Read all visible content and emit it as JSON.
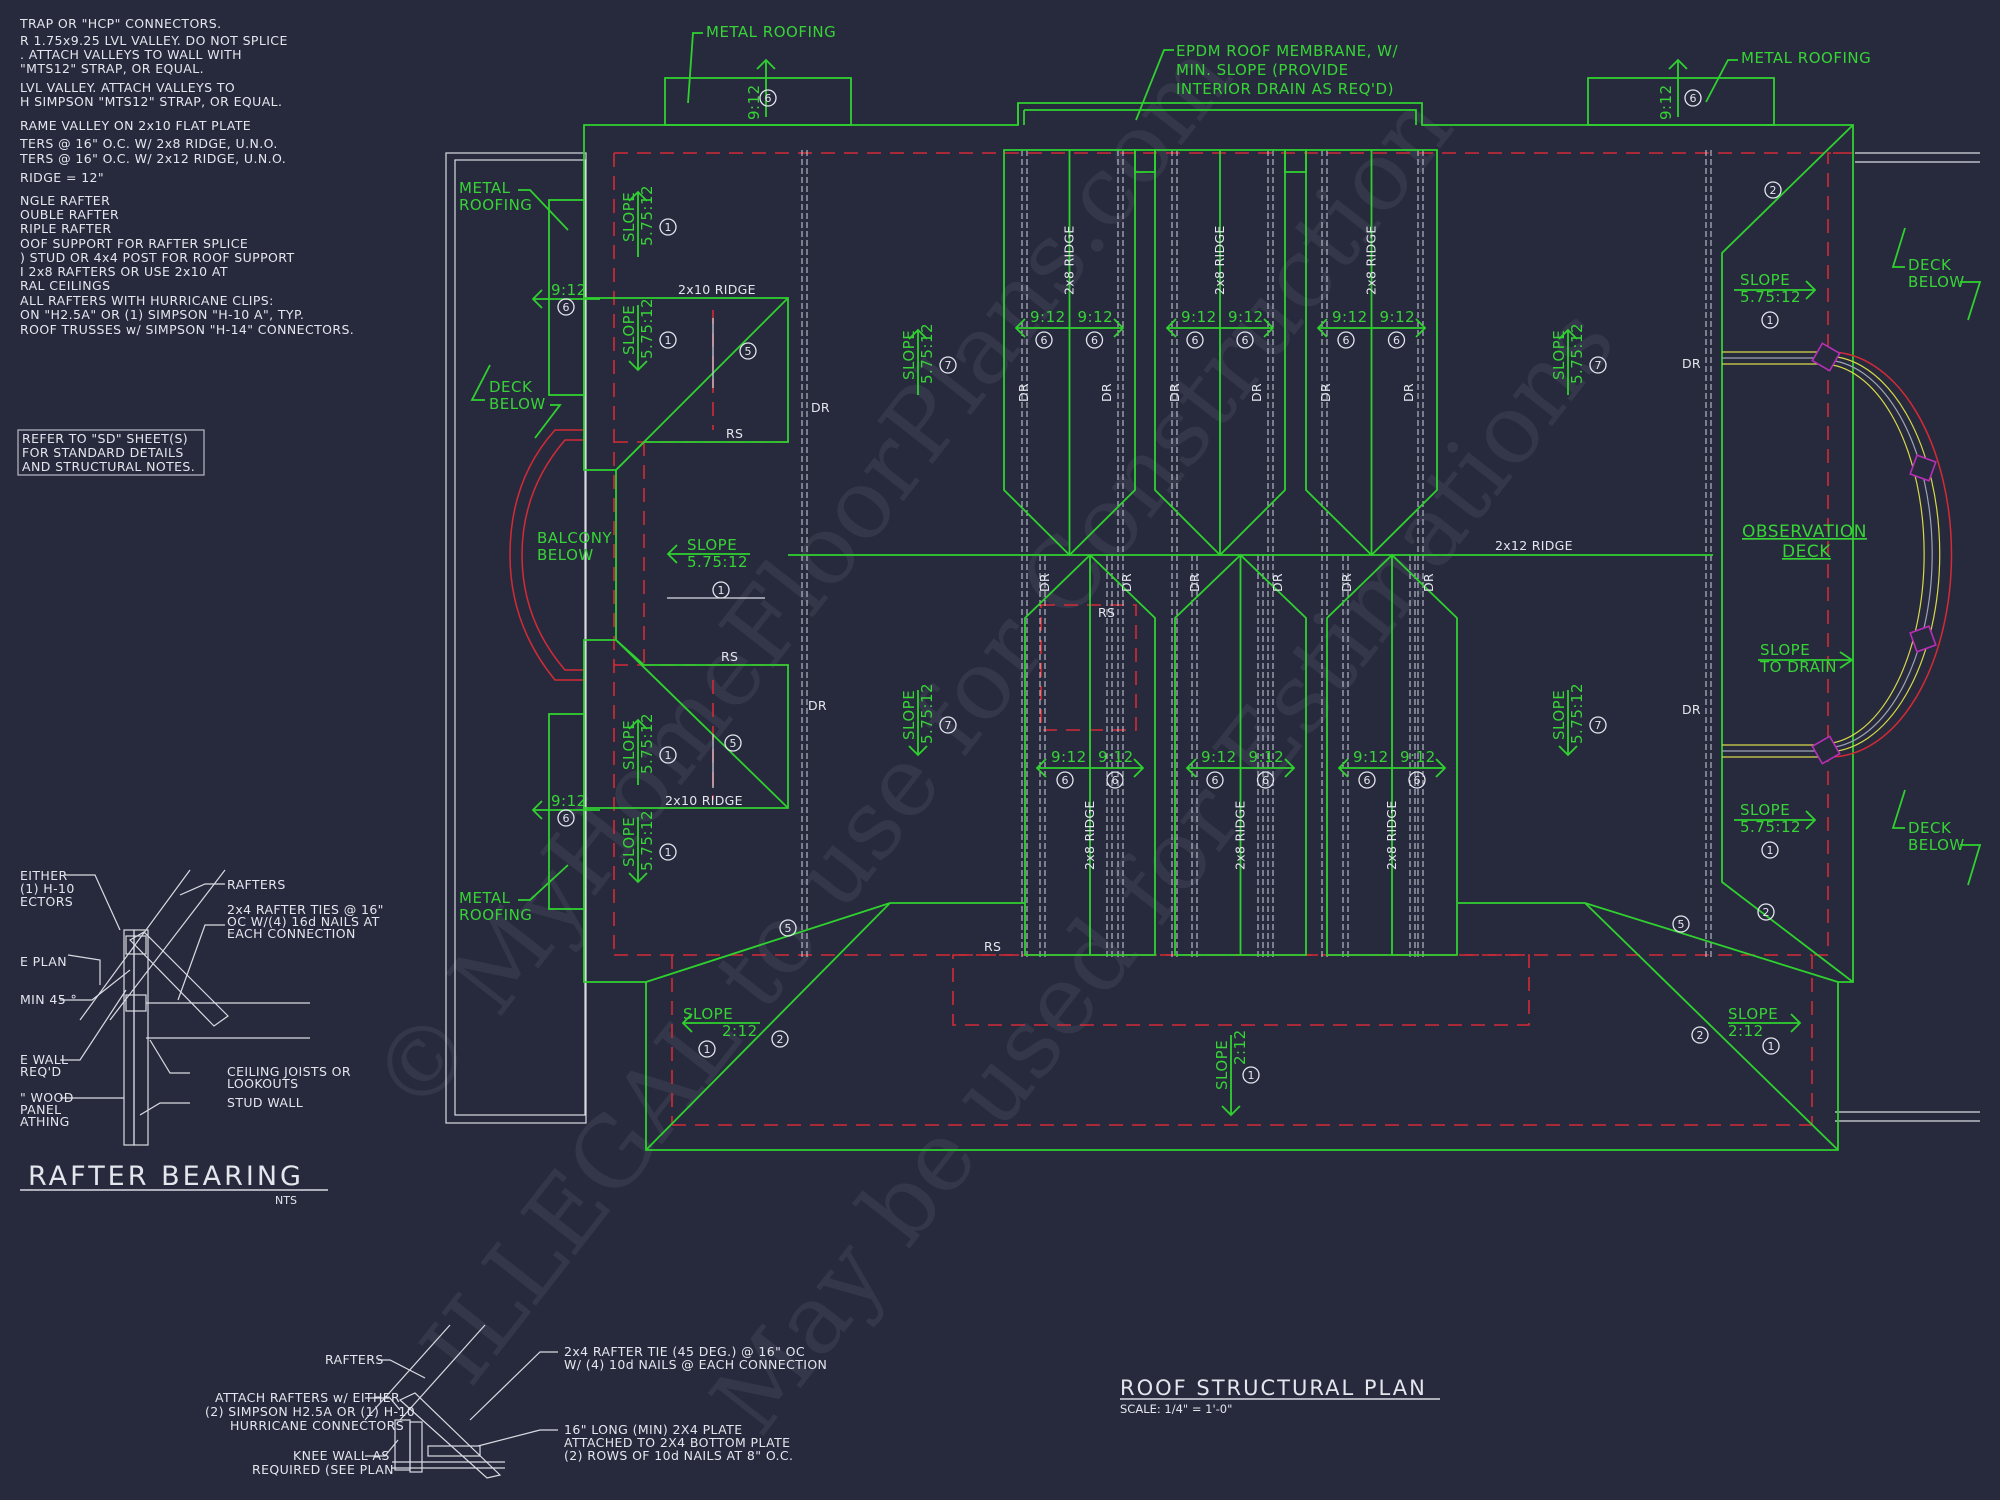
{
  "general_notes": [
    "TRAP OR \"HCP\" CONNECTORS.",
    "R 1.75x9.25 LVL VALLEY.  DO NOT SPLICE",
    ".  ATTACH VALLEYS TO WALL WITH",
    " \"MTS12\" STRAP, OR EQUAL.",
    " LVL VALLEY.  ATTACH VALLEYS TO",
    "H SIMPSON \"MTS12\" STRAP, OR EQUAL.",
    "RAME VALLEY ON 2x10 FLAT PLATE",
    "TERS @ 16\" O.C. W/ 2x8 RIDGE, U.N.O.",
    "TERS @ 16\" O.C. W/ 2x12 RIDGE, U.N.O.",
    "RIDGE = 12\"",
    "NGLE RAFTER",
    "OUBLE RAFTER",
    "RIPLE RAFTER",
    "OOF SUPPORT FOR RAFTER SPLICE",
    ") STUD OR 4x4 POST FOR ROOF SUPPORT",
    "I 2x8 RAFTERS OR USE 2x10 AT",
    "RAL CEILINGS",
    "ALL RAFTERS WITH HURRICANE CLIPS:",
    "ON \"H2.5A\" OR (1) SIMPSON \"H-10 A\", TYP.",
    "ROOF TRUSSES w/ SIMPSON \"H-14\" CONNECTORS."
  ],
  "refer_box": [
    "REFER TO \"SD\" SHEET(S)",
    "FOR STANDARD DETAILS",
    "AND STRUCTURAL NOTES."
  ],
  "rafter_bearing": {
    "title": "RAFTER BEARING",
    "scale": "NTS",
    "labels": {
      "either": [
        "EITHER",
        "(1) H-10",
        "ECTORS"
      ],
      "rafters": "RAFTERS",
      "ties": [
        "2x4 RAFTER TIES @ 16\"",
        "OC W/(4) 16d NAILS AT",
        "EACH CONNECTION"
      ],
      "plan": "E PLAN",
      "min45": "MIN 45 °",
      "wall": [
        "E WALL",
        "REQ'D"
      ],
      "ceiling": [
        "CEILING JOISTS OR",
        "LOOKOUTS"
      ],
      "sheathing": [
        "\" WOOD",
        "PANEL",
        "ATHING"
      ],
      "stud": "STUD WALL"
    }
  },
  "knee_wall_detail": {
    "rafters": "RAFTERS",
    "attach": [
      "ATTACH RAFTERS w/ EITHER",
      "(2) SIMPSON H2.5A OR (1) H-10",
      "HURRICANE CONNECTORS"
    ],
    "knee": [
      "KNEE WALL AS",
      "REQUIRED (SEE PLAN"
    ],
    "tie": [
      "2x4 RAFTER TIE (45 DEG.) @ 16\" OC",
      "W/ (4) 10d NAILS @ EACH CONNECTION"
    ],
    "plate": [
      "16\" LONG (MIN) 2X4 PLATE",
      "ATTACHED TO 2X4 BOTTOM PLATE",
      "(2) ROWS OF 10d NAILS AT 8\" O.C."
    ]
  },
  "plan": {
    "title": "ROOF STRUCTURAL PLAN",
    "scale": "SCALE: 1/4\" = 1'-0\"",
    "callouts": {
      "metal_roofing": "METAL ROOFING",
      "metal_roofing_2line": [
        "METAL",
        "ROOFING"
      ],
      "epdm": [
        "EPDM ROOF MEMBRANE, W/",
        "MIN. SLOPE  (PROVIDE",
        "INTERIOR DRAIN AS REQ'D)"
      ],
      "deck_below": [
        "DECK",
        "BELOW"
      ],
      "balcony_below": [
        "BALCONY",
        "BELOW"
      ],
      "observation_deck": [
        "OBSERVATION",
        "DECK"
      ],
      "slope_to_drain": [
        "SLOPE",
        "TO DRAIN"
      ]
    },
    "slope_word": "SLOPE",
    "pitch_main": "5.75:12",
    "pitch_steep": "9:12",
    "pitch_low": "2:12",
    "ridge_2x8": "2x8 RIDGE",
    "ridge_2x10": "2x10 RIDGE",
    "ridge_2x12": "2x12 RIDGE",
    "dr": "DR",
    "rs": "RS",
    "tags": {
      "t1": "1",
      "t2": "2",
      "t5": "5",
      "t6": "6",
      "t7": "7"
    }
  },
  "watermark": [
    "© MyHomeFloorPlans.com",
    "ILLEGAL to use for Construction",
    "May be used for Estimations"
  ],
  "colors": {
    "background": "#272a3c",
    "roof_line": "#2fd12f",
    "text_white": "#e4e6ee",
    "dashed_red": "#d42a36",
    "rail_yellow": "#d8d84a",
    "post_magenta": "#b62fb6"
  }
}
